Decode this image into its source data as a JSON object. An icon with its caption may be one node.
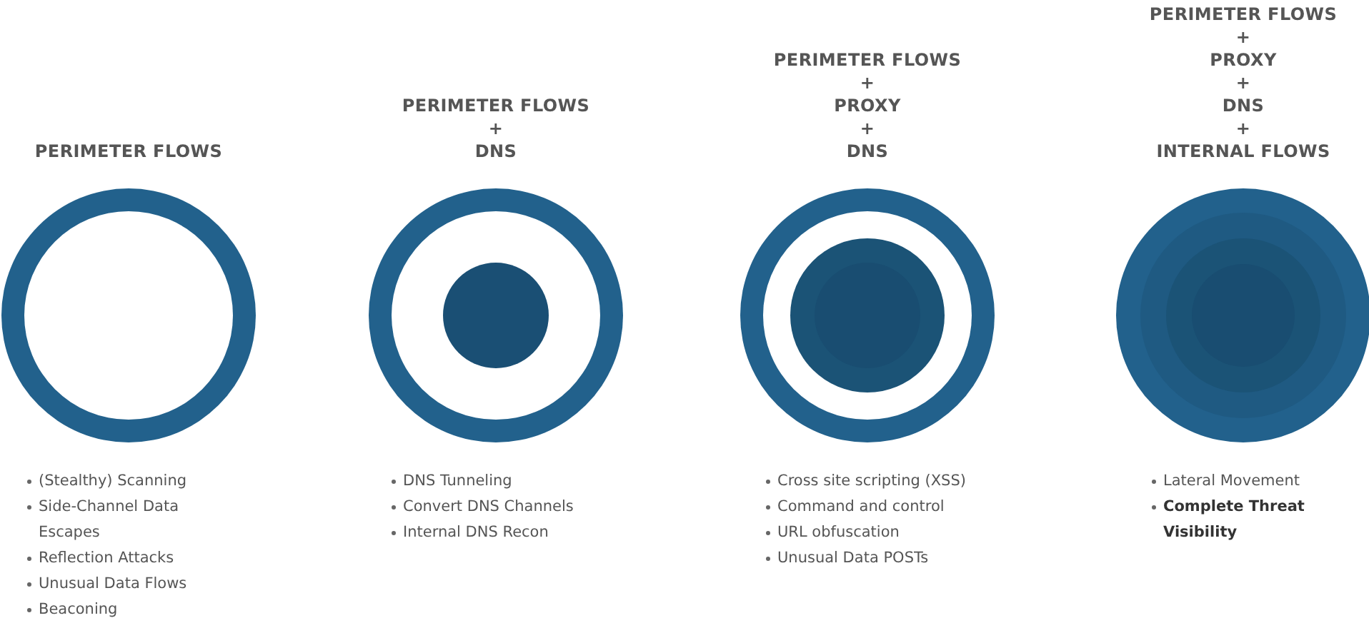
{
  "diagram": {
    "labels": [
      "PERIMETER FLOWS",
      "PERIMETER FLOWS",
      "+",
      "DNS",
      "PERIMETER FLOWS",
      "+",
      "PROXY",
      "+",
      "DNS",
      "PERIMETER FLOWS",
      "+",
      "PROXY",
      "+",
      "DNS",
      "+",
      "INTERNAL FLOWS",
      "(Stealthy) Scanning",
      "Side-Channel Data Escapes",
      "Reflection Attacks",
      "Unusual Data Flows",
      "Beaconing",
      "DNS Tunneling",
      "Convert DNS Channels",
      "Internal DNS Recon",
      "Cross site scripting (XSS)",
      "Command and control",
      "URL obfuscation",
      "Unusual Data POSTs",
      "Lateral Movement",
      "Complete Threat Visibility"
    ]
  }
}
